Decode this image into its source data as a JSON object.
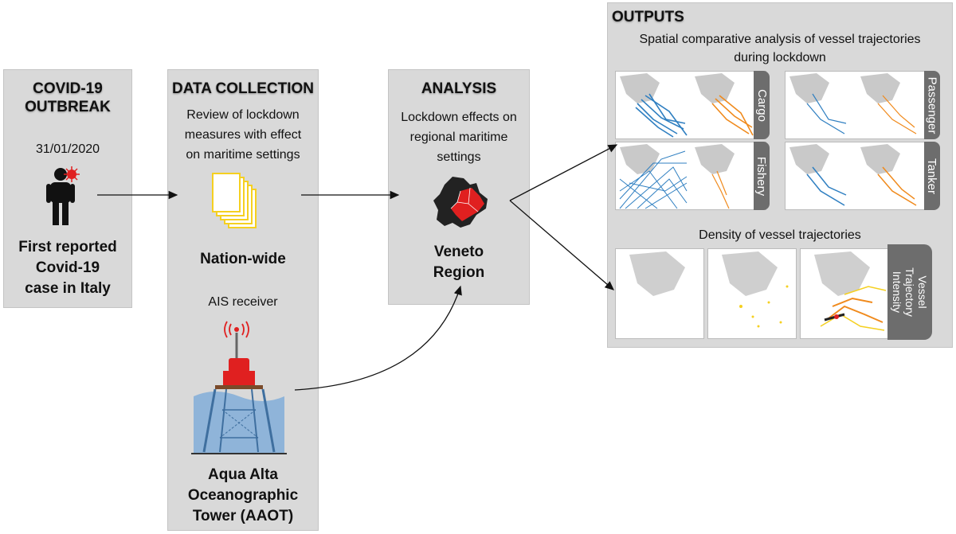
{
  "outbreak": {
    "heading_line1": "COVID-19",
    "heading_line2": "OUTBREAK",
    "date": "31/01/2020",
    "caption_line1": "First reported",
    "caption_line2": "Covid-19",
    "caption_line3": "case in Italy"
  },
  "data_collection": {
    "heading": "DATA COLLECTION",
    "desc_line1": "Review of lockdown",
    "desc_line2": "measures with effect",
    "desc_line3": "on maritime settings",
    "nation": "Nation-wide",
    "ais": "AIS receiver",
    "tower_line1": "Aqua Alta",
    "tower_line2": "Oceanographic",
    "tower_line3": "Tower (AAOT)"
  },
  "analysis": {
    "heading": "ANALYSIS",
    "desc_line1": "Lockdown effects on",
    "desc_line2": "regional maritime",
    "desc_line3": "settings",
    "region_line1": "Veneto",
    "region_line2": "Region"
  },
  "outputs": {
    "heading": "OUTPUTS",
    "sub1_line1": "Spatial comparative analysis of vessel trajectories",
    "sub1_line2": "during lockdown",
    "tabs": [
      "Cargo",
      "Passenger",
      "Fishery",
      "Tanker"
    ],
    "sub2": "Density of vessel trajectories",
    "density_tab_line1": "Vessel",
    "density_tab_line2": "Trajectory",
    "density_tab_line3": "Intensity"
  },
  "colors": {
    "box": "#d9d9d9",
    "tab": "#6d6d6d",
    "blue": "#2f7fc1",
    "orange": "#f08a1c",
    "red": "#e02020",
    "sea": "#8fb4d9",
    "docs": "#f5d020"
  }
}
